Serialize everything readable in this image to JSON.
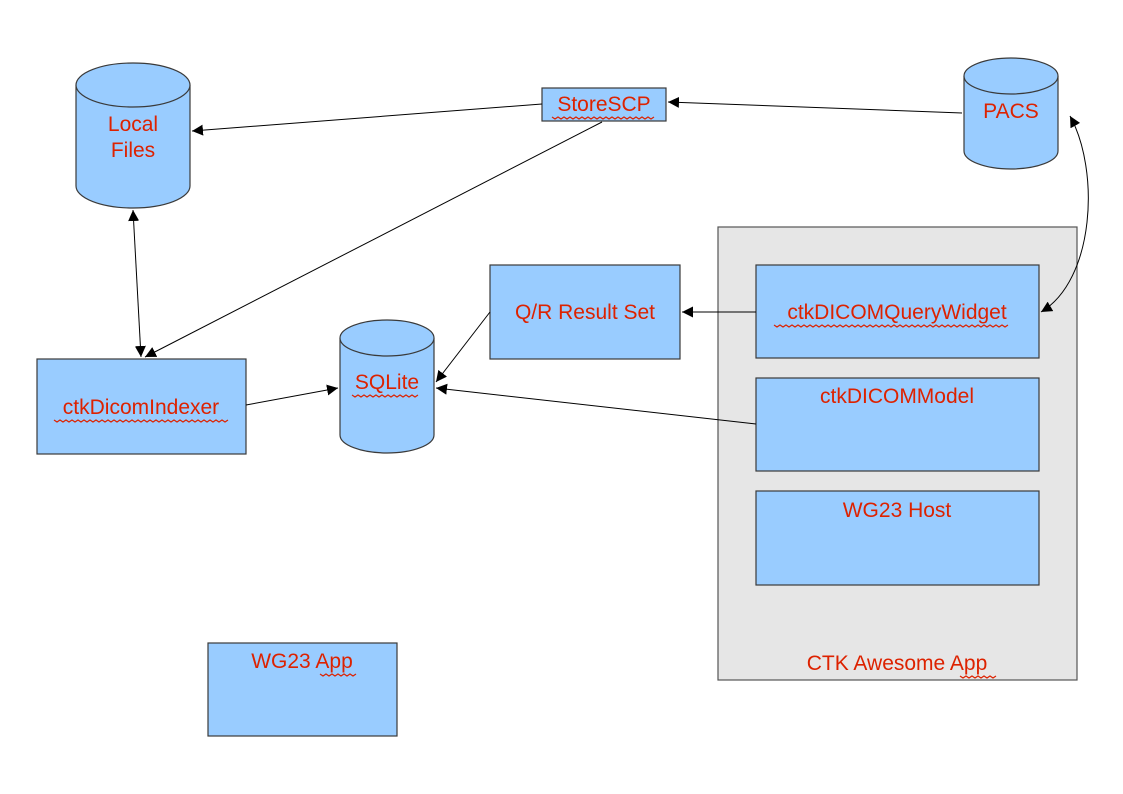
{
  "colors": {
    "box_fill": "#99ccff",
    "box_stroke": "#3a3a3a",
    "container_fill": "#e6e6e6",
    "container_stroke": "#555555",
    "text": "#dd2200",
    "arrow": "#000000",
    "spellcheck_underline": "#dd2200"
  },
  "nodes": {
    "local_files": {
      "line1": "Local",
      "line2": "Files"
    },
    "storescp": {
      "label": "StoreSCP"
    },
    "pacs": {
      "label": "PACS"
    },
    "qr_result_set": {
      "label": "Q/R Result Set"
    },
    "sqlite": {
      "label": "SQLite"
    },
    "ctk_dicom_indexer": {
      "label": "ctkDicomIndexer"
    },
    "ctk_dicom_query_widget": {
      "label": "ctkDICOMQueryWidget"
    },
    "ctk_dicom_model": {
      "label": "ctkDICOMModel"
    },
    "wg23_host": {
      "label": "WG23 Host"
    },
    "wg23_app": {
      "label": "WG23 App"
    },
    "ctk_awesome_app": {
      "label": "CTK Awesome App"
    }
  },
  "edges": [
    {
      "from": "storescp",
      "to": "local_files",
      "direction": "forward"
    },
    {
      "from": "pacs",
      "to": "storescp",
      "direction": "forward"
    },
    {
      "from": "pacs",
      "to": "ctk_dicom_query_widget",
      "direction": "both"
    },
    {
      "from": "local_files",
      "to": "ctk_dicom_indexer",
      "direction": "both"
    },
    {
      "from": "storescp",
      "to": "ctk_dicom_indexer",
      "direction": "forward"
    },
    {
      "from": "ctk_dicom_query_widget",
      "to": "qr_result_set",
      "direction": "forward"
    },
    {
      "from": "qr_result_set",
      "to": "sqlite",
      "direction": "forward"
    },
    {
      "from": "ctk_dicom_indexer",
      "to": "sqlite",
      "direction": "forward"
    },
    {
      "from": "ctk_dicom_model",
      "to": "sqlite",
      "direction": "forward"
    }
  ]
}
